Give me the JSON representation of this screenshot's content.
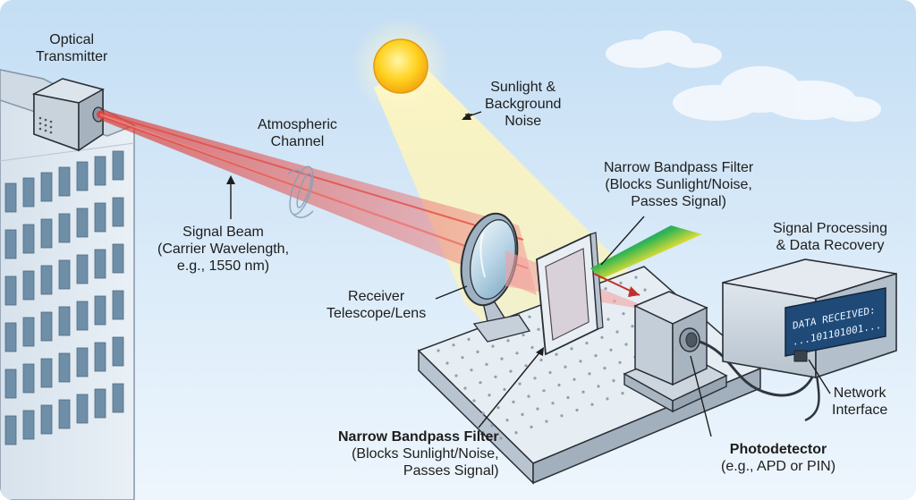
{
  "labels": {
    "transmitter": [
      "Optical",
      "Transmitter"
    ],
    "atmosphere": [
      "Atmospheric",
      "Channel"
    ],
    "sunlight": [
      "Sunlight &",
      "Background",
      "Noise"
    ],
    "signal_beam": [
      "Signal Beam",
      "(Carrier Wavelength,",
      "e.g., 1550 nm)"
    ],
    "filter_top": [
      "Narrow Bandpass Filter",
      "(Blocks Sunlight/Noise,",
      "Passes Signal)"
    ],
    "processing": [
      "Signal Processing",
      "& Data Recovery"
    ],
    "receiver": [
      "Receiver",
      "Telescope/Lens"
    ],
    "filter_bottom": {
      "title": "Narrow Bandpass Filter",
      "lines": [
        "(Blocks Sunlight/Noise,",
        "Passes Signal)"
      ]
    },
    "photodetector": {
      "title": "Photodetector",
      "lines": [
        "(e.g., APD or PIN)"
      ]
    },
    "network": [
      "Network",
      "Interface"
    ]
  },
  "screen": {
    "line1": "DATA RECEIVED:",
    "line2": "...101101001..."
  },
  "colors": {
    "sky_top": "#c9e2f6",
    "sky_bottom": "#eaf4fc",
    "beam": "#e0504a",
    "sun": "#ffd21f",
    "sunlight_cone": "#fff4b0",
    "equipment": "#c5d0da",
    "outline": "#2a2f36"
  }
}
